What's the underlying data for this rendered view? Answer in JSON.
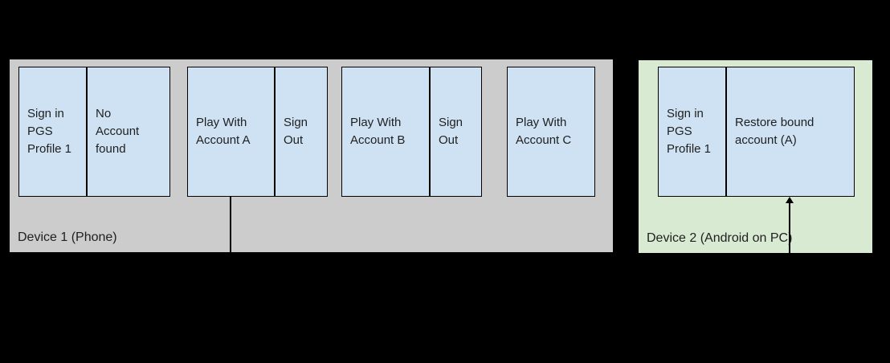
{
  "diagram": {
    "background_color": "#000000",
    "step_fill_color": "#cfe2f3",
    "border_color": "#000000",
    "device1": {
      "label": "Device 1 (Phone)",
      "fill_color": "#cccccc",
      "steps": {
        "signin": "Sign in\nPGS\nProfile 1",
        "no_account": "No\nAccount\nfound",
        "play_a": "Play With\nAccount A",
        "signout_a": "Sign\nOut",
        "play_b": "Play With\nAccount B",
        "signout_b": "Sign\nOut",
        "play_c": "Play With\nAccount C"
      }
    },
    "device2": {
      "label": "Device 2 (Android on PC)",
      "fill_color": "#d9ead3",
      "steps": {
        "signin": "Sign in\nPGS\nProfile 1",
        "restore": "Restore bound\naccount (A)"
      }
    },
    "connector": {
      "from": "Play With Account A",
      "to": "Restore bound account (A)"
    }
  }
}
